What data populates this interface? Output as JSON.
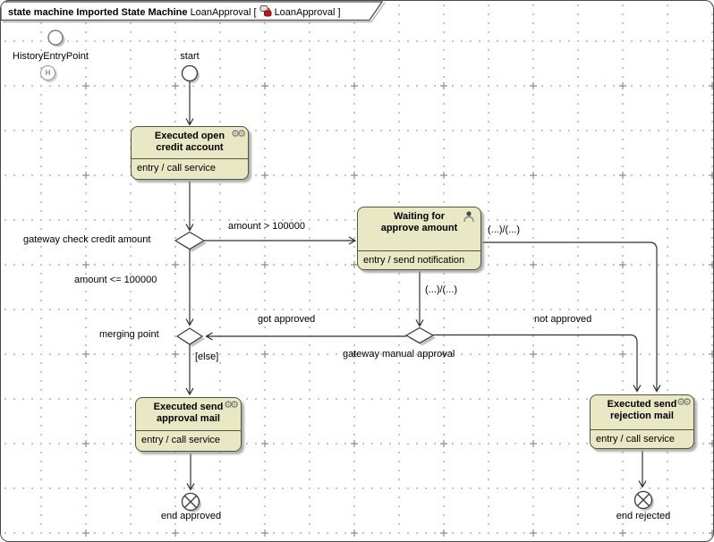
{
  "colors": {
    "state_fill": "#e8e8c5",
    "state_border": "#55553d",
    "line": "#2f2f2f",
    "icon_red": "#cc1111"
  },
  "frame": {
    "title_bold": "state machine Imported State Machine",
    "context_label": "LoanApproval [",
    "ref_label": "LoanApproval ]"
  },
  "nodes": {
    "history_entry_point": {
      "label": "HistoryEntryPoint"
    },
    "history_marker": {
      "glyph": "H"
    },
    "start": {
      "label": "start"
    },
    "state_open_credit": {
      "title_line1": "Executed open",
      "title_line2": "credit account",
      "body": "entry / call service",
      "icon": "gears-icon"
    },
    "state_waiting": {
      "title_line1": "Waiting for",
      "title_line2": "approve amount",
      "body": "entry / send notification",
      "icon": "person-icon"
    },
    "state_approval_mail": {
      "title_line1": "Executed send",
      "title_line2": "approval mail",
      "body": "entry / call service",
      "icon": "gears-icon"
    },
    "state_rejection_mail": {
      "title_line1": "Executed send",
      "title_line2": "rejection mail",
      "body": "entry / call service",
      "icon": "gears-icon"
    },
    "gateway_check": {
      "label": "gateway check credit amount"
    },
    "merging_point": {
      "label": "merging point"
    },
    "gateway_manual": {
      "label": "gateway manual approval"
    },
    "end_approved": {
      "label": "end approved"
    },
    "end_rejected": {
      "label": "end rejected"
    }
  },
  "transitions": {
    "amount_gt": {
      "label": "amount > 100000"
    },
    "amount_le": {
      "label": "amount <= 100000"
    },
    "waiting_to_rejection": {
      "label": "(...)/(...)"
    },
    "waiting_to_gateway": {
      "label": "(...)/(...)"
    },
    "got_approved": {
      "label": "got approved"
    },
    "not_approved": {
      "label": "not approved"
    },
    "else_branch": {
      "label": "[else]"
    }
  }
}
